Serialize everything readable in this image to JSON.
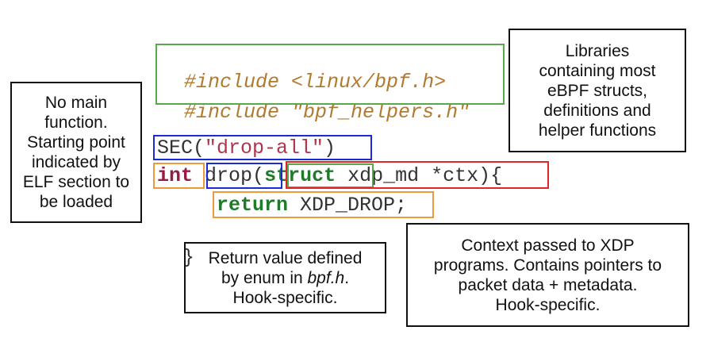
{
  "code": {
    "include1": "#include <linux/bpf.h>",
    "include2": "#include \"bpf_helpers.h\"",
    "sec_func": "SEC(",
    "sec_arg": "\"drop-all\"",
    "sec_close": ")",
    "ret_type": "int",
    "func_name": "drop",
    "open_paren": "(",
    "struct_kw": "struct",
    "param": " xdp_md *ctx",
    "close_brace_open": "){",
    "return_kw": "return",
    "return_val": " XDP_DROP",
    "semicolon": ";",
    "close_brace": "}"
  },
  "notes": {
    "libraries": [
      "Libraries",
      "containing most",
      "eBPF structs,",
      "definitions and",
      "helper functions"
    ],
    "no_main": [
      "No main",
      "function.",
      "Starting point",
      "indicated by",
      "ELF section to",
      "be loaded"
    ],
    "return_value": {
      "line1": "Return value defined",
      "line2_prefix": "by enum in ",
      "line2_italic": "bpf.h",
      "line2_suffix": ".",
      "line3": "Hook-specific."
    },
    "context": [
      "Context passed to XDP",
      "programs. Contains pointers to",
      "packet data + metadata.",
      "Hook-specific."
    ]
  },
  "colors": {
    "green": "#5aa84e",
    "blue": "#1a2bd6",
    "orange": "#ef9a3a",
    "red": "#e3242b"
  }
}
